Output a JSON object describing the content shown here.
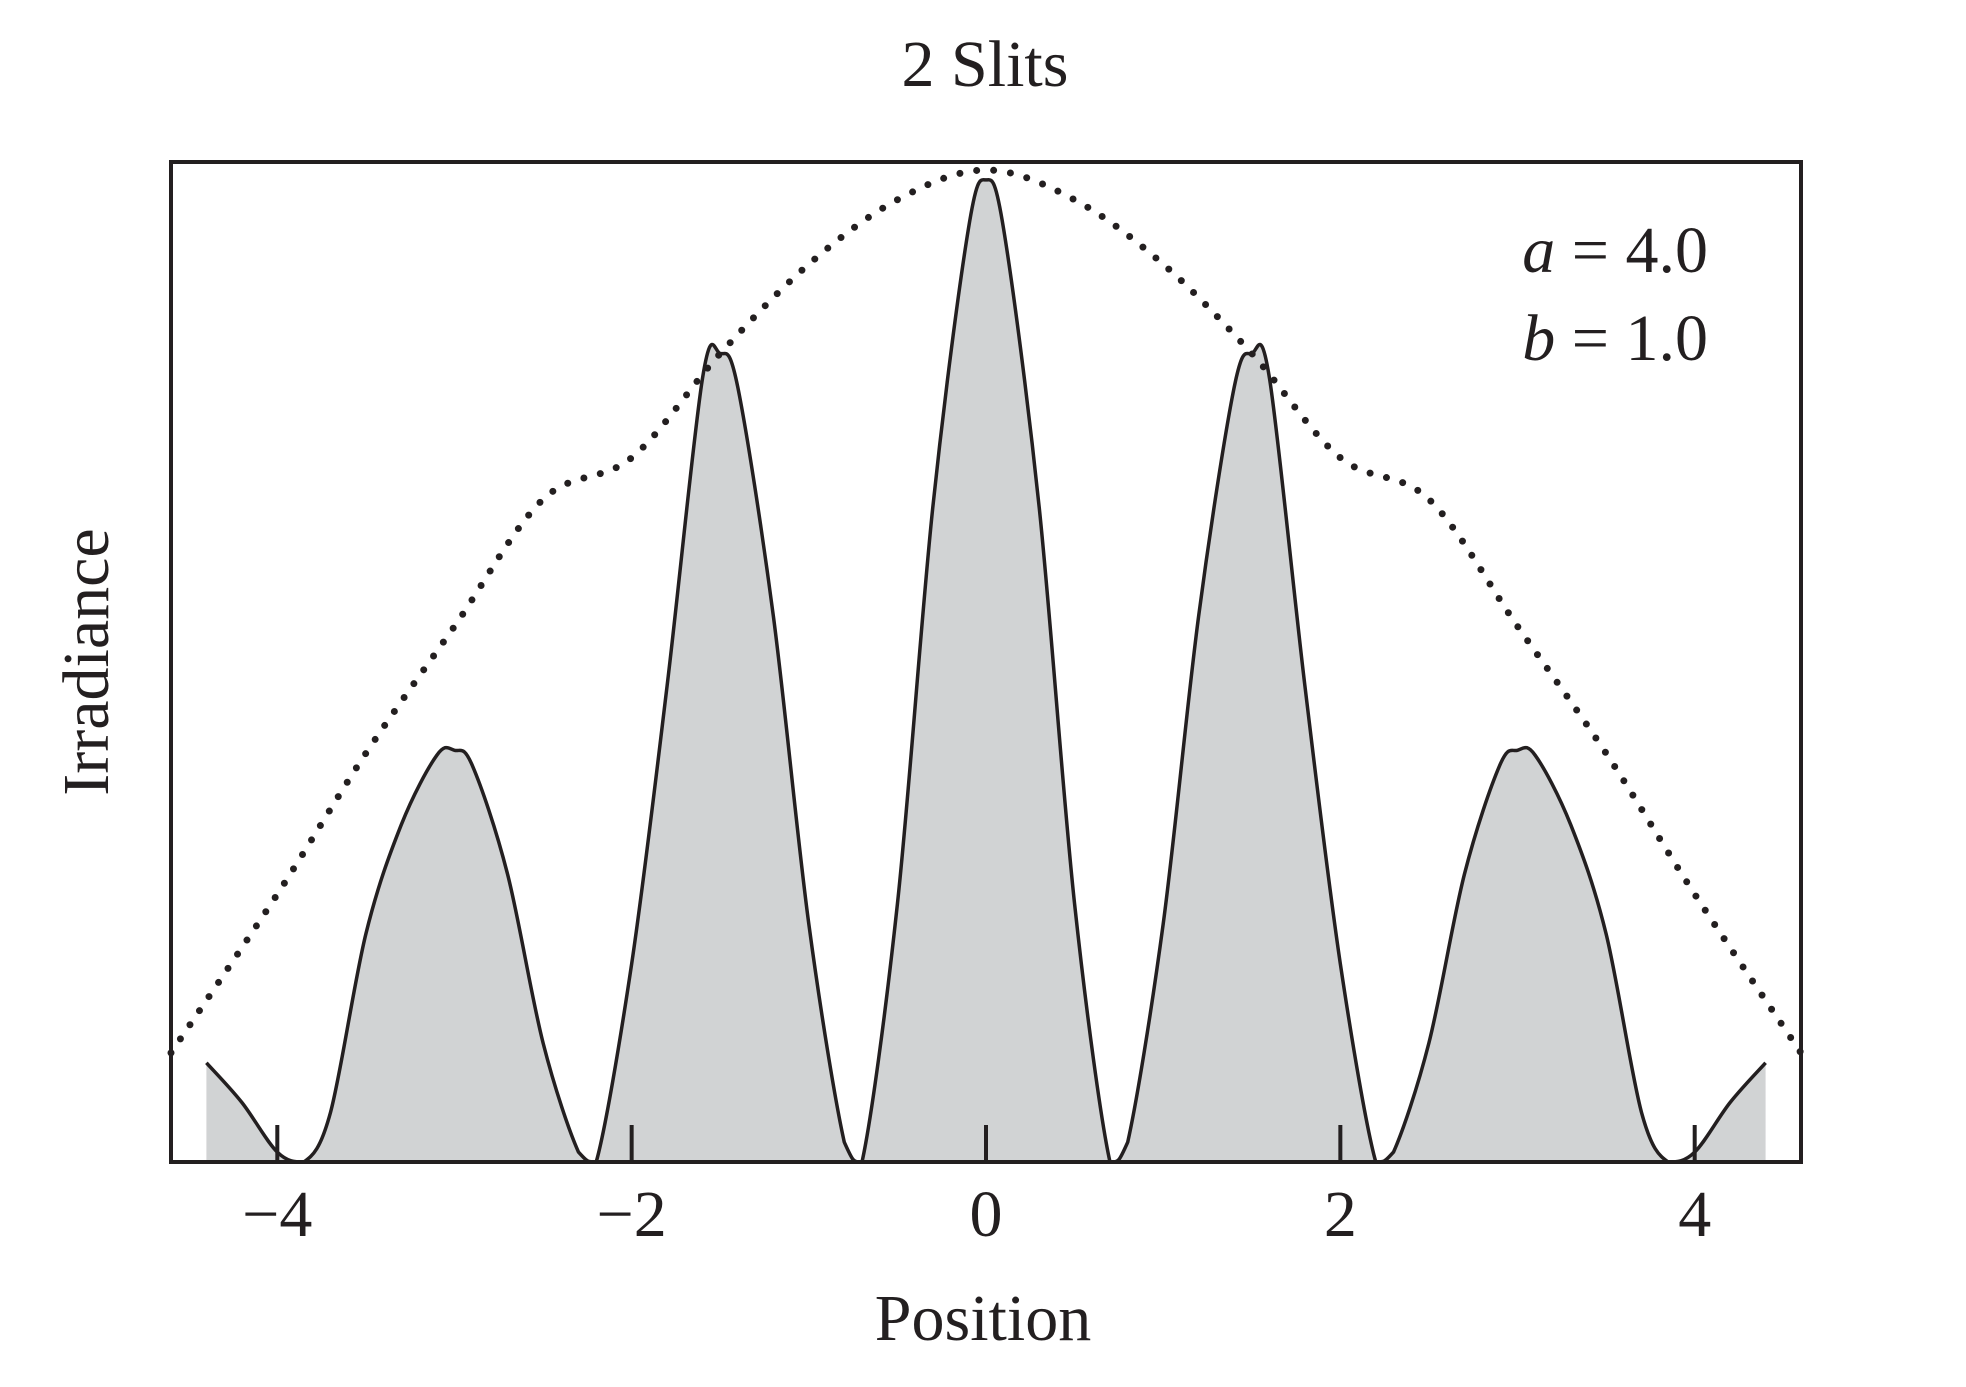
{
  "chart_data": {
    "type": "area",
    "title": "2 Slits",
    "xlabel": "Position",
    "ylabel": "Irradiance",
    "xlim": [
      -4.6,
      4.6
    ],
    "ylim": [
      0,
      1
    ],
    "xticks": [
      -4,
      -2,
      0,
      2,
      4
    ],
    "xtick_labels": [
      "−4",
      "−2",
      "0",
      "2",
      "4"
    ],
    "yticks": [],
    "grid": false,
    "legend": "none",
    "params": {
      "a": 4.0,
      "b": 1.0
    },
    "annotations": [
      {
        "var": "a",
        "text": " = 4.0"
      },
      {
        "var": "b",
        "text": " = 1.0"
      }
    ],
    "series": [
      {
        "style": "solid-filled",
        "x": [
          -4.4,
          -4.2,
          -4.0,
          -3.85,
          -3.7,
          -3.5,
          -3.3,
          -3.1,
          -3.0,
          -2.9,
          -2.7,
          -2.5,
          -2.3,
          -2.2,
          -2.0,
          -1.8,
          -1.6,
          -1.5,
          -1.4,
          -1.2,
          -1.0,
          -0.8,
          -0.7,
          -0.5,
          -0.3,
          -0.1,
          0.0,
          0.1,
          0.3,
          0.5,
          0.7,
          0.8,
          1.0,
          1.2,
          1.4,
          1.5,
          1.6,
          1.8,
          2.0,
          2.2,
          2.3,
          2.5,
          2.7,
          2.9,
          3.0,
          3.1,
          3.3,
          3.5,
          3.7,
          3.85,
          4.0,
          4.2,
          4.4
        ],
        "y": [
          0.1,
          0.06,
          0.01,
          0.0,
          0.05,
          0.23,
          0.34,
          0.41,
          0.415,
          0.4,
          0.29,
          0.12,
          0.01,
          0.0,
          0.2,
          0.48,
          0.79,
          0.815,
          0.78,
          0.55,
          0.24,
          0.02,
          0.0,
          0.26,
          0.66,
          0.94,
          0.99,
          0.94,
          0.66,
          0.26,
          0.0,
          0.02,
          0.24,
          0.55,
          0.78,
          0.815,
          0.79,
          0.48,
          0.2,
          0.0,
          0.01,
          0.12,
          0.29,
          0.4,
          0.415,
          0.41,
          0.34,
          0.23,
          0.05,
          0.0,
          0.01,
          0.06,
          0.1
        ],
        "fill": "#d1d3d4",
        "color": "#231f20"
      },
      {
        "style": "dotted",
        "x": [
          -4.6,
          -4.0,
          -3.5,
          -3.0,
          -2.5,
          -2.0,
          -1.5,
          -1.0,
          -0.5,
          0.0,
          0.5,
          1.0,
          1.5,
          2.0,
          2.5,
          3.0,
          3.5,
          4.0,
          4.6
        ],
        "y": [
          0.11,
          0.27,
          0.412,
          0.54,
          0.668,
          0.71,
          0.815,
          0.905,
          0.97,
          1.0,
          0.97,
          0.905,
          0.815,
          0.71,
          0.668,
          0.54,
          0.412,
          0.27,
          0.11
        ],
        "color": "#231f20"
      }
    ],
    "colors": {
      "ink": "#231f20",
      "fill": "#d1d3d4",
      "background": "#ffffff"
    }
  }
}
